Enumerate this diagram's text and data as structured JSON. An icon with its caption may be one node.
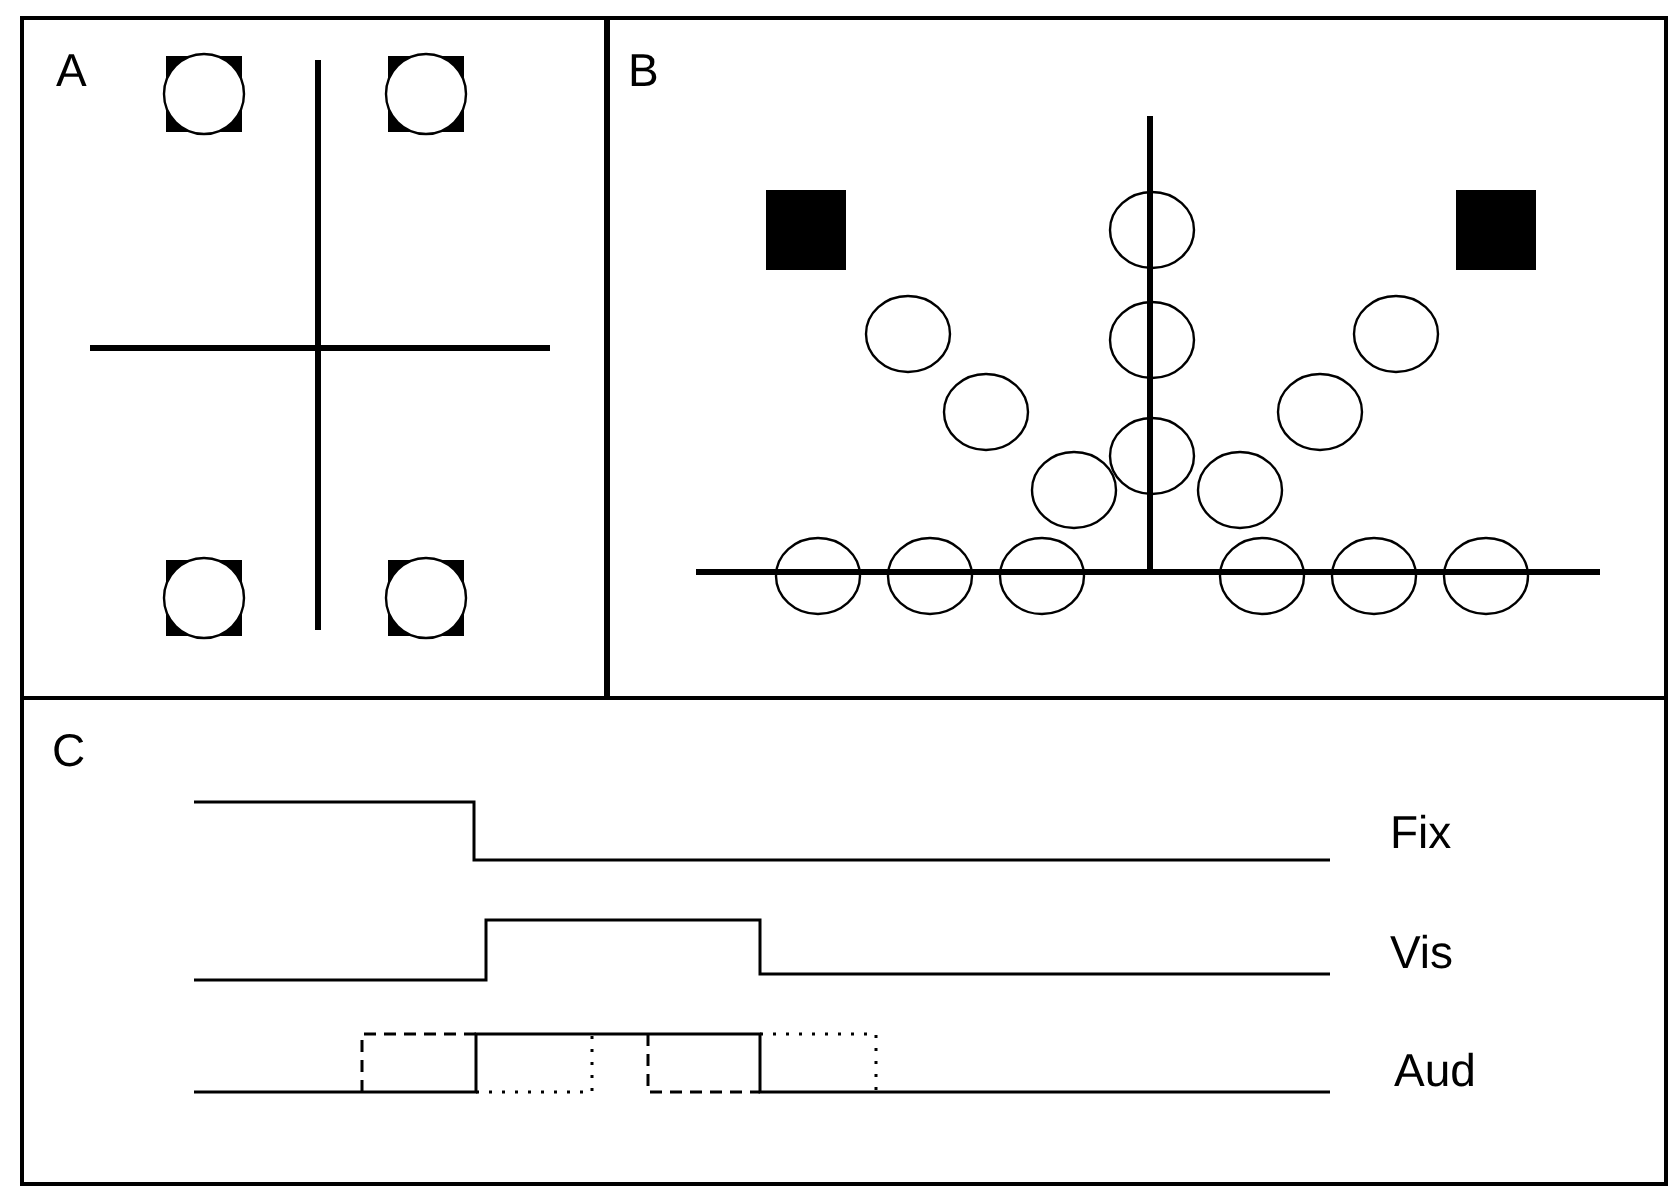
{
  "diagram": {
    "nodes": [
      {
        "text": [
          "A"
        ]
      },
      {
        "text": [
          "B"
        ]
      },
      {
        "text": [
          "C"
        ]
      }
    ],
    "labels": [
      "Fix",
      "Vis",
      "Aud"
    ]
  }
}
